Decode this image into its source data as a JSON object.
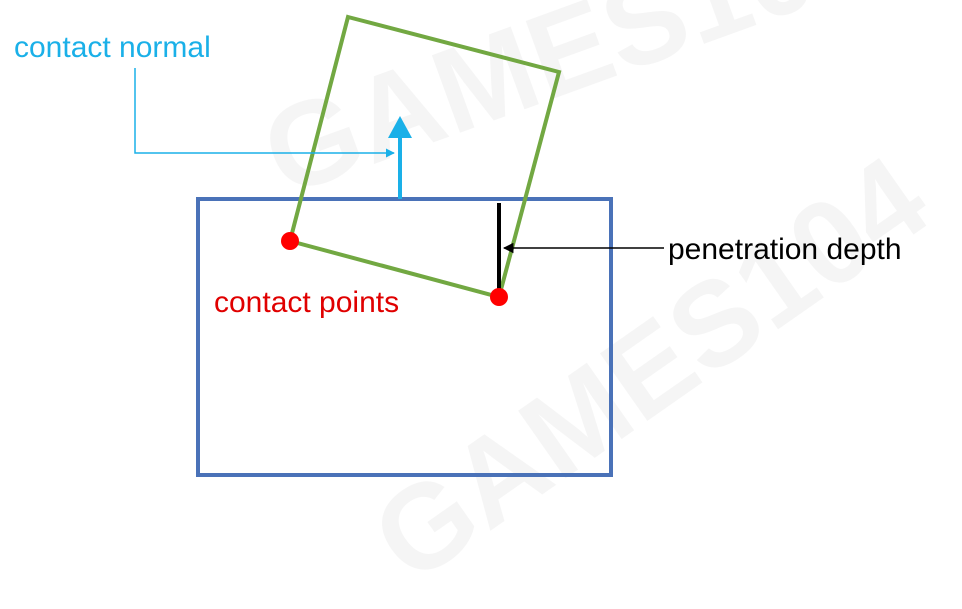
{
  "labels": {
    "contact_normal": "contact normal",
    "contact_points": "contact points",
    "penetration_depth": "penetration depth"
  },
  "watermark": "GAMES104",
  "colors": {
    "background": "#ffffff",
    "static_box": "#4a72b8",
    "rotated_box": "#72a842",
    "normal_arrow": "#1ab0e8",
    "contact_point": "#ff0000",
    "depth_line": "#000000",
    "label_normal": "#1ab0e8",
    "label_points": "#e00000",
    "label_depth": "#000000"
  }
}
